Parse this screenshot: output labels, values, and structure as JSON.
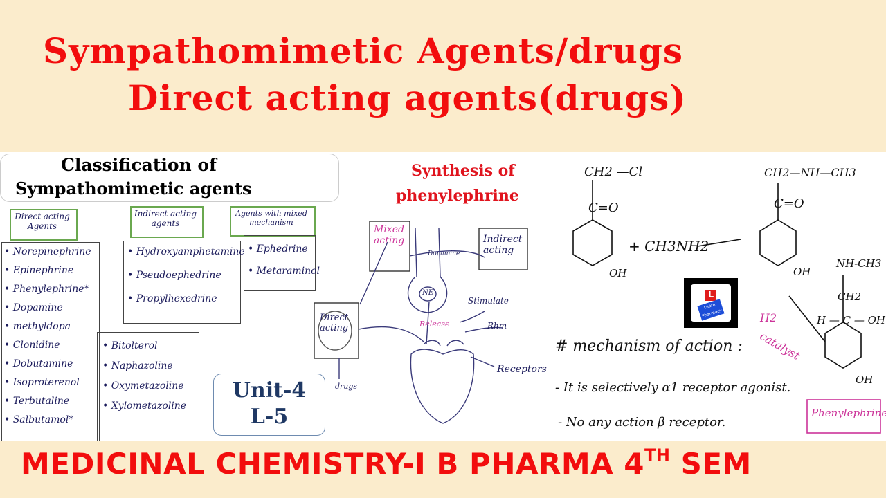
{
  "header": {
    "title_line1": "Sympathomimetic Agents/drugs",
    "title_line2": "Direct acting agents(drugs)"
  },
  "classification": {
    "title_line1": "Classification of",
    "title_line2": "Sympathomimetic agents",
    "direct_label": "Direct acting Agents",
    "indirect_label": "Indirect acting agents",
    "mixed_label": "Agents with mixed mechanism",
    "direct_items": [
      "Norepinephrine",
      "Epinephrine",
      "Phenylephrine*",
      "Dopamine",
      "methyldopa",
      "Clonidine",
      "Dobutamine",
      "Isoproterenol",
      "Terbutaline",
      "Salbutamol*"
    ],
    "direct_items_col2": [
      "Bitolterol",
      "Naphazoline",
      "Oxymetazoline",
      "Xylometazoline"
    ],
    "indirect_items": [
      "Hydroxyamphetamine",
      "Pseudoephedrine",
      "Propylhexedrine"
    ],
    "mixed_items": [
      "Ephedrine",
      "Metaraminol"
    ]
  },
  "unit": {
    "line1": "Unit-4",
    "line2": "L-5"
  },
  "diagram": {
    "mixed": "Mixed acting",
    "indirect": "Indirect acting",
    "direct": "Direct acting",
    "dopamine": "Dopamine",
    "ne": "NE",
    "release": "Release",
    "stimulate": "Stimulate",
    "rhm": "Rhm",
    "drugs": "drugs",
    "receptors": "Receptors"
  },
  "synthesis": {
    "title_line1": "Synthesis of",
    "title_line2": "phenylephrine",
    "ch2cl": "CH2 —Cl",
    "co": "C=O",
    "oh": "OH",
    "reagent": "+ CH3NH2",
    "product1_top": "CH2—NH—CH3",
    "product1_co": "C=O",
    "product1_oh": "OH",
    "h2": "H2",
    "catalyst": "catalyst",
    "final_nh": "NH-CH3",
    "final_ch2": "CH2",
    "final_c": "H — C — OH",
    "final_oh": "OH",
    "final_label": "Phenylephrine"
  },
  "mechanism": {
    "title": "# mechanism of action :",
    "line1": "- It is selectively α1 receptor agonist.",
    "line2": "- No any action β receptor."
  },
  "logo": {
    "letter": "L",
    "text": "Learn Pharmacy"
  },
  "footer": {
    "text_main": "MEDICINAL CHEMISTRY-I B PHARMA 4",
    "text_sup": "TH",
    "text_end": " SEM"
  }
}
